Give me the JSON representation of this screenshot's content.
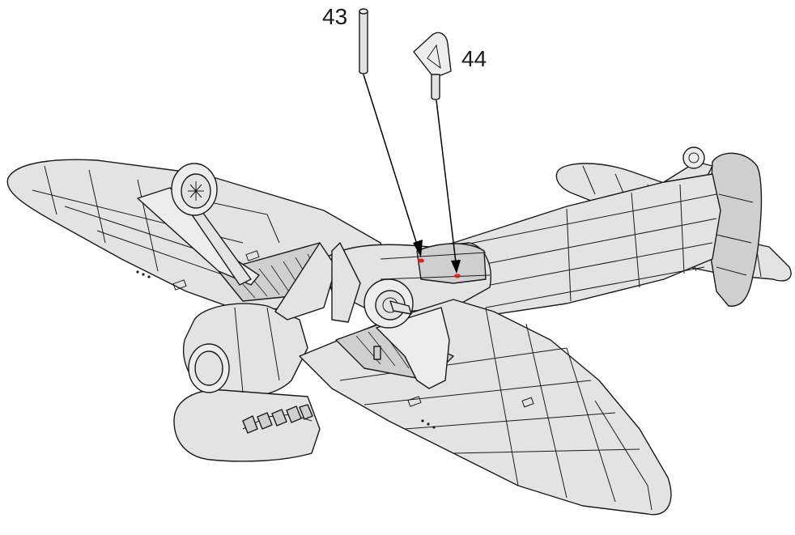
{
  "diagram": {
    "parts": [
      {
        "id": "pin",
        "label": "43",
        "name": "pin-part"
      },
      {
        "id": "mast",
        "label": "44",
        "name": "antenna-mast-part"
      }
    ],
    "colors": {
      "airframe": "#e3e3e3",
      "outline": "#1a1a1a",
      "mounting_hole": "#e0201e"
    }
  }
}
